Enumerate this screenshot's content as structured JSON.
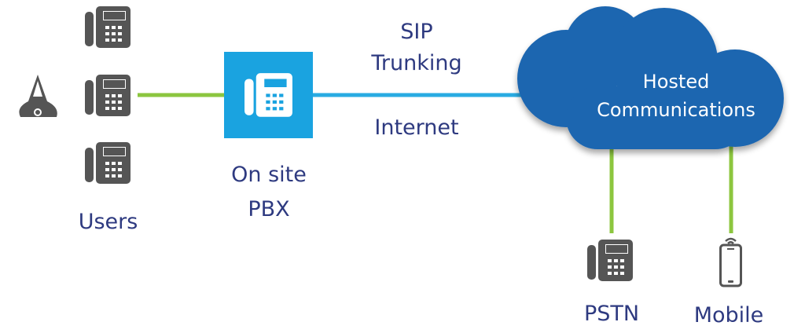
{
  "labels": {
    "users": "Users",
    "pbx_line1": "On site",
    "pbx_line2": "PBX",
    "sip_line1": "SIP",
    "sip_line2": "Trunking",
    "internet": "Internet",
    "cloud_line1": "Hosted",
    "cloud_line2": "Communications",
    "pstn": "PSTN",
    "mobile": "Mobile"
  },
  "colors": {
    "text": "#2e3a80",
    "phone_icon": "#555555",
    "green_link": "#8cc63f",
    "blue_link": "#29abe2",
    "pbx_box": "#1aa3e0",
    "cloud": "#1f66b0"
  },
  "icons": {
    "users": [
      "desk-phone-icon",
      "conference-phone-icon"
    ],
    "pbx": "desk-phone-icon",
    "pstn": "desk-phone-icon",
    "mobile": "smartphone-icon"
  }
}
